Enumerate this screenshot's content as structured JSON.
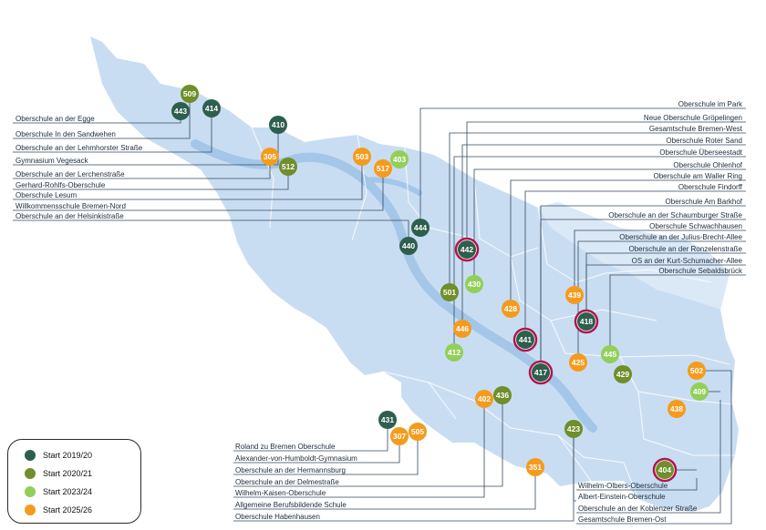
{
  "colors": {
    "land": "#c9ddf2",
    "land_light": "#dbe8f6",
    "river": "#a4c6e8",
    "leader": "#34495e",
    "ring": "#b0164d",
    "start_2019_20": "#2e5e4e",
    "start_2020_21": "#6e8f2a",
    "start_2023_24": "#92cf5a",
    "start_2025_26": "#f49b1e"
  },
  "legend": [
    {
      "key": "start_2019_20",
      "label": "Start 2019/20"
    },
    {
      "key": "start_2020_21",
      "label": "Start 2020/21"
    },
    {
      "key": "start_2023_24",
      "label": "Start 2023/24"
    },
    {
      "key": "start_2025_26",
      "label": "Start 2025/26"
    }
  ],
  "schools": [
    {
      "id": "509",
      "cat": "start_2020_21",
      "ring": false
    },
    {
      "id": "443",
      "cat": "start_2019_20",
      "ring": false
    },
    {
      "id": "414",
      "cat": "start_2019_20",
      "ring": false
    },
    {
      "id": "410",
      "cat": "start_2019_20",
      "ring": false
    },
    {
      "id": "305",
      "cat": "start_2025_26",
      "ring": false
    },
    {
      "id": "512",
      "cat": "start_2020_21",
      "ring": false
    },
    {
      "id": "503",
      "cat": "start_2025_26",
      "ring": false
    },
    {
      "id": "403",
      "cat": "start_2023_24",
      "ring": false
    },
    {
      "id": "517",
      "cat": "start_2025_26",
      "ring": false
    },
    {
      "id": "444",
      "cat": "start_2019_20",
      "ring": false
    },
    {
      "id": "440",
      "cat": "start_2019_20",
      "ring": false
    },
    {
      "id": "442",
      "cat": "start_2019_20",
      "ring": true
    },
    {
      "id": "501",
      "cat": "start_2020_21",
      "ring": false
    },
    {
      "id": "430",
      "cat": "start_2023_24",
      "ring": false
    },
    {
      "id": "428",
      "cat": "start_2025_26",
      "ring": false
    },
    {
      "id": "446",
      "cat": "start_2025_26",
      "ring": false
    },
    {
      "id": "412",
      "cat": "start_2023_24",
      "ring": false
    },
    {
      "id": "441",
      "cat": "start_2019_20",
      "ring": true
    },
    {
      "id": "417",
      "cat": "start_2019_20",
      "ring": true
    },
    {
      "id": "439",
      "cat": "start_2025_26",
      "ring": false
    },
    {
      "id": "418",
      "cat": "start_2019_20",
      "ring": true
    },
    {
      "id": "425",
      "cat": "start_2025_26",
      "ring": false
    },
    {
      "id": "445",
      "cat": "start_2023_24",
      "ring": false
    },
    {
      "id": "429",
      "cat": "start_2020_21",
      "ring": false
    },
    {
      "id": "502",
      "cat": "start_2025_26",
      "ring": false
    },
    {
      "id": "409",
      "cat": "start_2023_24",
      "ring": false
    },
    {
      "id": "438",
      "cat": "start_2025_26",
      "ring": false
    },
    {
      "id": "402",
      "cat": "start_2025_26",
      "ring": false
    },
    {
      "id": "436",
      "cat": "start_2020_21",
      "ring": false
    },
    {
      "id": "431",
      "cat": "start_2019_20",
      "ring": false
    },
    {
      "id": "307",
      "cat": "start_2025_26",
      "ring": false
    },
    {
      "id": "505",
      "cat": "start_2025_26",
      "ring": false
    },
    {
      "id": "423",
      "cat": "start_2020_21",
      "ring": false
    },
    {
      "id": "351",
      "cat": "start_2025_26",
      "ring": false
    },
    {
      "id": "404",
      "cat": "start_2020_21",
      "ring": true
    }
  ],
  "labels_left": [
    {
      "text": "Oberschule an der Egge",
      "school": "443"
    },
    {
      "text": "Oberschule In den Sandwehen",
      "school": "509"
    },
    {
      "text": "Oberschule an der Lehmhorster Straße",
      "school": "414"
    },
    {
      "text": "Gymnasium Vegesack",
      "school": "410"
    },
    {
      "text": "Oberschule an der Lerchenstraße",
      "school": "305"
    },
    {
      "text": "Gerhard-Rohlfs-Oberschule",
      "school": "512"
    },
    {
      "text": "Oberschule Lesum",
      "school": "503"
    },
    {
      "text": "Willkommensschule Bremen-Nord",
      "school": "517"
    },
    {
      "text": "Oberschule an der Helsinkistraße",
      "school": "440"
    }
  ],
  "labels_right": [
    {
      "text": "Oberschule im Park",
      "school": "444"
    },
    {
      "text": "Neue Oberschule Gröpelingen",
      "school": "442"
    },
    {
      "text": "Gesamtschule Bremen-West",
      "school": "501"
    },
    {
      "text": "Oberschule Roter Sand",
      "school": "446"
    },
    {
      "text": "Oberschule Überseestadt",
      "school": "412"
    },
    {
      "text": "Oberschule Ohlenhof",
      "school": "430"
    },
    {
      "text": "Oberschule am Waller Ring",
      "school": "428"
    },
    {
      "text": "Oberschule Findorff",
      "school": "441"
    },
    {
      "text": "Oberschule Am Barkhof",
      "school": "417"
    },
    {
      "text": "Oberschule an der Schaumburger Straße",
      "school": "417"
    },
    {
      "text": "Oberschule Schwachhausen",
      "school": "439"
    },
    {
      "text": "Oberschule an der Julius-Brecht-Allee",
      "school": "425"
    },
    {
      "text": "Oberschule an der Ronzelenstraße",
      "school": "418"
    },
    {
      "text": "OS an der Kurt-Schumacher-Allee",
      "school": "418"
    },
    {
      "text": "Oberschule Sebaldsbrück",
      "school": "445"
    }
  ],
  "labels_bottom_left": [
    {
      "text": "Roland zu Bremen Oberschule",
      "school": "431"
    },
    {
      "text": "Alexander-von-Humboldt-Gymnasium",
      "school": "307"
    },
    {
      "text": "Oberschule an der Hermannsburg",
      "school": "505"
    },
    {
      "text": "Oberschule an der Delmestraße",
      "school": "436"
    },
    {
      "text": "Wilhelm-Kaisen-Oberschule",
      "school": "402"
    },
    {
      "text": "Allgemeine Berufsbildende Schule",
      "school": "351"
    },
    {
      "text": "Oberschule Habenhausen",
      "school": "423"
    }
  ],
  "labels_bottom_right": [
    {
      "text": "Wilhelm-Olbers-Oberschule",
      "school": "404"
    },
    {
      "text": "Albert-Einstein-Oberschule",
      "school": "423"
    },
    {
      "text": "Oberschule an der Koblenzer Straße",
      "school": "409"
    },
    {
      "text": "Gesamtschule Bremen-Ost",
      "school": "502"
    }
  ]
}
